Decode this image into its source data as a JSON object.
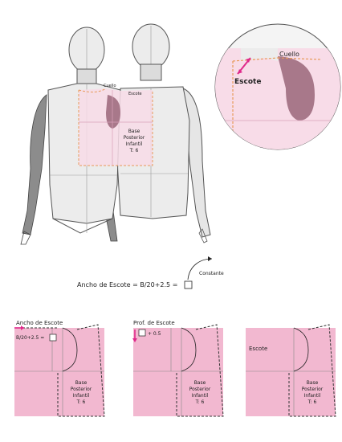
{
  "figure": {
    "mannequin_labels": {
      "base_line1": "Base",
      "base_line2": "Posterior",
      "base_line3": "Infantil",
      "base_line4": "T: 6",
      "cuello_small": "Cuello",
      "escote_small": "Escote"
    },
    "zoom": {
      "cuello": "Cuello",
      "escote": "Escote"
    },
    "formula": {
      "text": "Ancho de Escote  =  B/20+2.5 =",
      "constante": "Constante"
    },
    "panels": [
      {
        "title": "Ancho de Escote",
        "formula": "B/20+2.5 =",
        "base": [
          "Base",
          "Posterior",
          "Infantil",
          "T: 6"
        ]
      },
      {
        "title": "Prof. de Escote",
        "formula": "+ 0.5",
        "base": [
          "Base",
          "Posterior",
          "Infantil",
          "T: 6"
        ]
      },
      {
        "title": "Escote",
        "base": [
          "Base",
          "Posterior",
          "Infantil",
          "T: 6"
        ]
      }
    ]
  },
  "colors": {
    "pink_fill": "#f2b8d0",
    "pink_light": "#f8dce8",
    "mauve": "#a8788a",
    "magenta": "#e0288a",
    "orange_dash": "#e89a5a",
    "body_grey": "#ebebeb",
    "arm_grey": "#8c8c8c"
  }
}
